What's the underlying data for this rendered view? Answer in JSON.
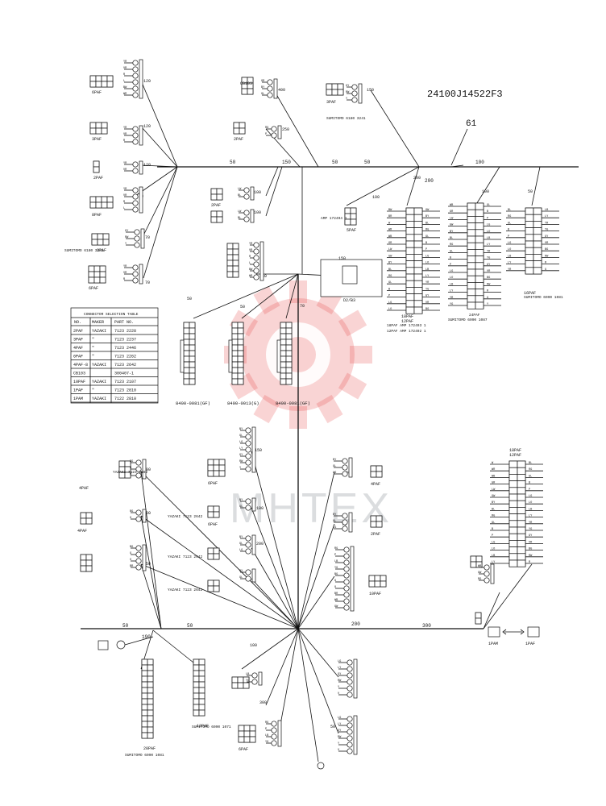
{
  "doc_code": "24100J14522F3",
  "callout": "61",
  "watermark": "МНТЕХ",
  "trunk_lengths": {
    "top": [
      "50",
      "150",
      "50",
      "50",
      "100",
      "200"
    ],
    "bottom": [
      "50",
      "50",
      "200",
      "300",
      "190"
    ],
    "branches": [
      "120",
      "120",
      "120",
      "70",
      "70",
      "70",
      "400",
      "250",
      "150",
      "100",
      "100",
      "200",
      "100",
      "100",
      "50",
      "50",
      "50",
      "70",
      "150",
      "150",
      "150",
      "100",
      "200",
      "100",
      "70",
      "100",
      "100",
      "150",
      "100",
      "300",
      "50"
    ]
  },
  "connector_types": [
    "6PAF",
    "3PAF",
    "2PAF",
    "8PAF",
    "3PAF",
    "6PAF",
    "3PAF",
    "2PAF",
    "2PAF",
    "5PAF",
    "4PAF",
    "4PAF",
    "2PAF",
    "10PAF",
    "6PAF",
    "6PAF",
    "2PAF",
    "12PAF",
    "20PAF",
    "1PAM",
    "1PAF",
    "16PAF",
    "24PAF",
    "18PAF",
    "12PAF"
  ],
  "parts": {
    "amp_5": "AMP 172494 1",
    "amp_18": "18PAF AMP 172493 1",
    "amp_12": "12PAF AMP 172492 1",
    "amp_24": "24PAF",
    "sumi_24": "SUMITOMO 6090 1087",
    "sumi_16": "SUMITOMO 6090 1081",
    "sumi_3": "SUMITOMO 6180 3241",
    "sumi_3b": "SUMITOMO 6180 3241",
    "sumi_20": "SUMITOMO 6090 1081",
    "sumi_12": "SUMITOMO 6090 1071",
    "ecu_labels": [
      "8400-0081(GF)",
      "8400-0013(G)",
      "8400-0081(GF)"
    ],
    "ecu_box": "D2/B3",
    "yazaki": [
      "YAZAKI 7123 2082",
      "YAZAKI 7123 2642",
      "YAZAKI 7123 2642",
      "YAZAKI 7123 2642"
    ],
    "pam_label": "1PAM",
    "paf_label": "1PAF",
    "cb_label": "CB103"
  },
  "table": {
    "title": "CONNECTOR SELECTION TABLE",
    "headers": [
      "NO.",
      "MAKER",
      "PART NO."
    ],
    "rows": [
      [
        "2PAF",
        "YAZAKI",
        "7123 2228"
      ],
      [
        "3PAF",
        "\"",
        "7123 2237"
      ],
      [
        "4PAF",
        "\"",
        "7123 2446"
      ],
      [
        "6PAF",
        "\"",
        "7123 2262"
      ],
      [
        "4PAF-8",
        "YAZAKI",
        "7123 2642"
      ],
      [
        "CB103",
        "",
        "300407-1"
      ],
      [
        "10PAF",
        "YAZAKI",
        "7123 2107"
      ],
      [
        "1PAF",
        "\"",
        "7123 2810"
      ],
      [
        "1PAM",
        "YAZAKI",
        "7122 2810"
      ]
    ]
  },
  "wire_codes": [
    "BW",
    "BR",
    "W",
    "WR",
    "WB",
    "GR",
    "LW",
    "GW",
    "BY",
    "BL",
    "RG",
    "GL",
    "B",
    "P",
    "LG",
    "LO",
    "LB",
    "LY",
    "YR",
    "YG",
    "GY",
    "VR",
    "BG",
    "RW",
    "R",
    "G",
    "Y",
    "L",
    "O",
    "V"
  ],
  "colors": {
    "ink": "#111111",
    "watermark_red": "#e23b3b",
    "watermark_gray": "#9aa0a6"
  }
}
